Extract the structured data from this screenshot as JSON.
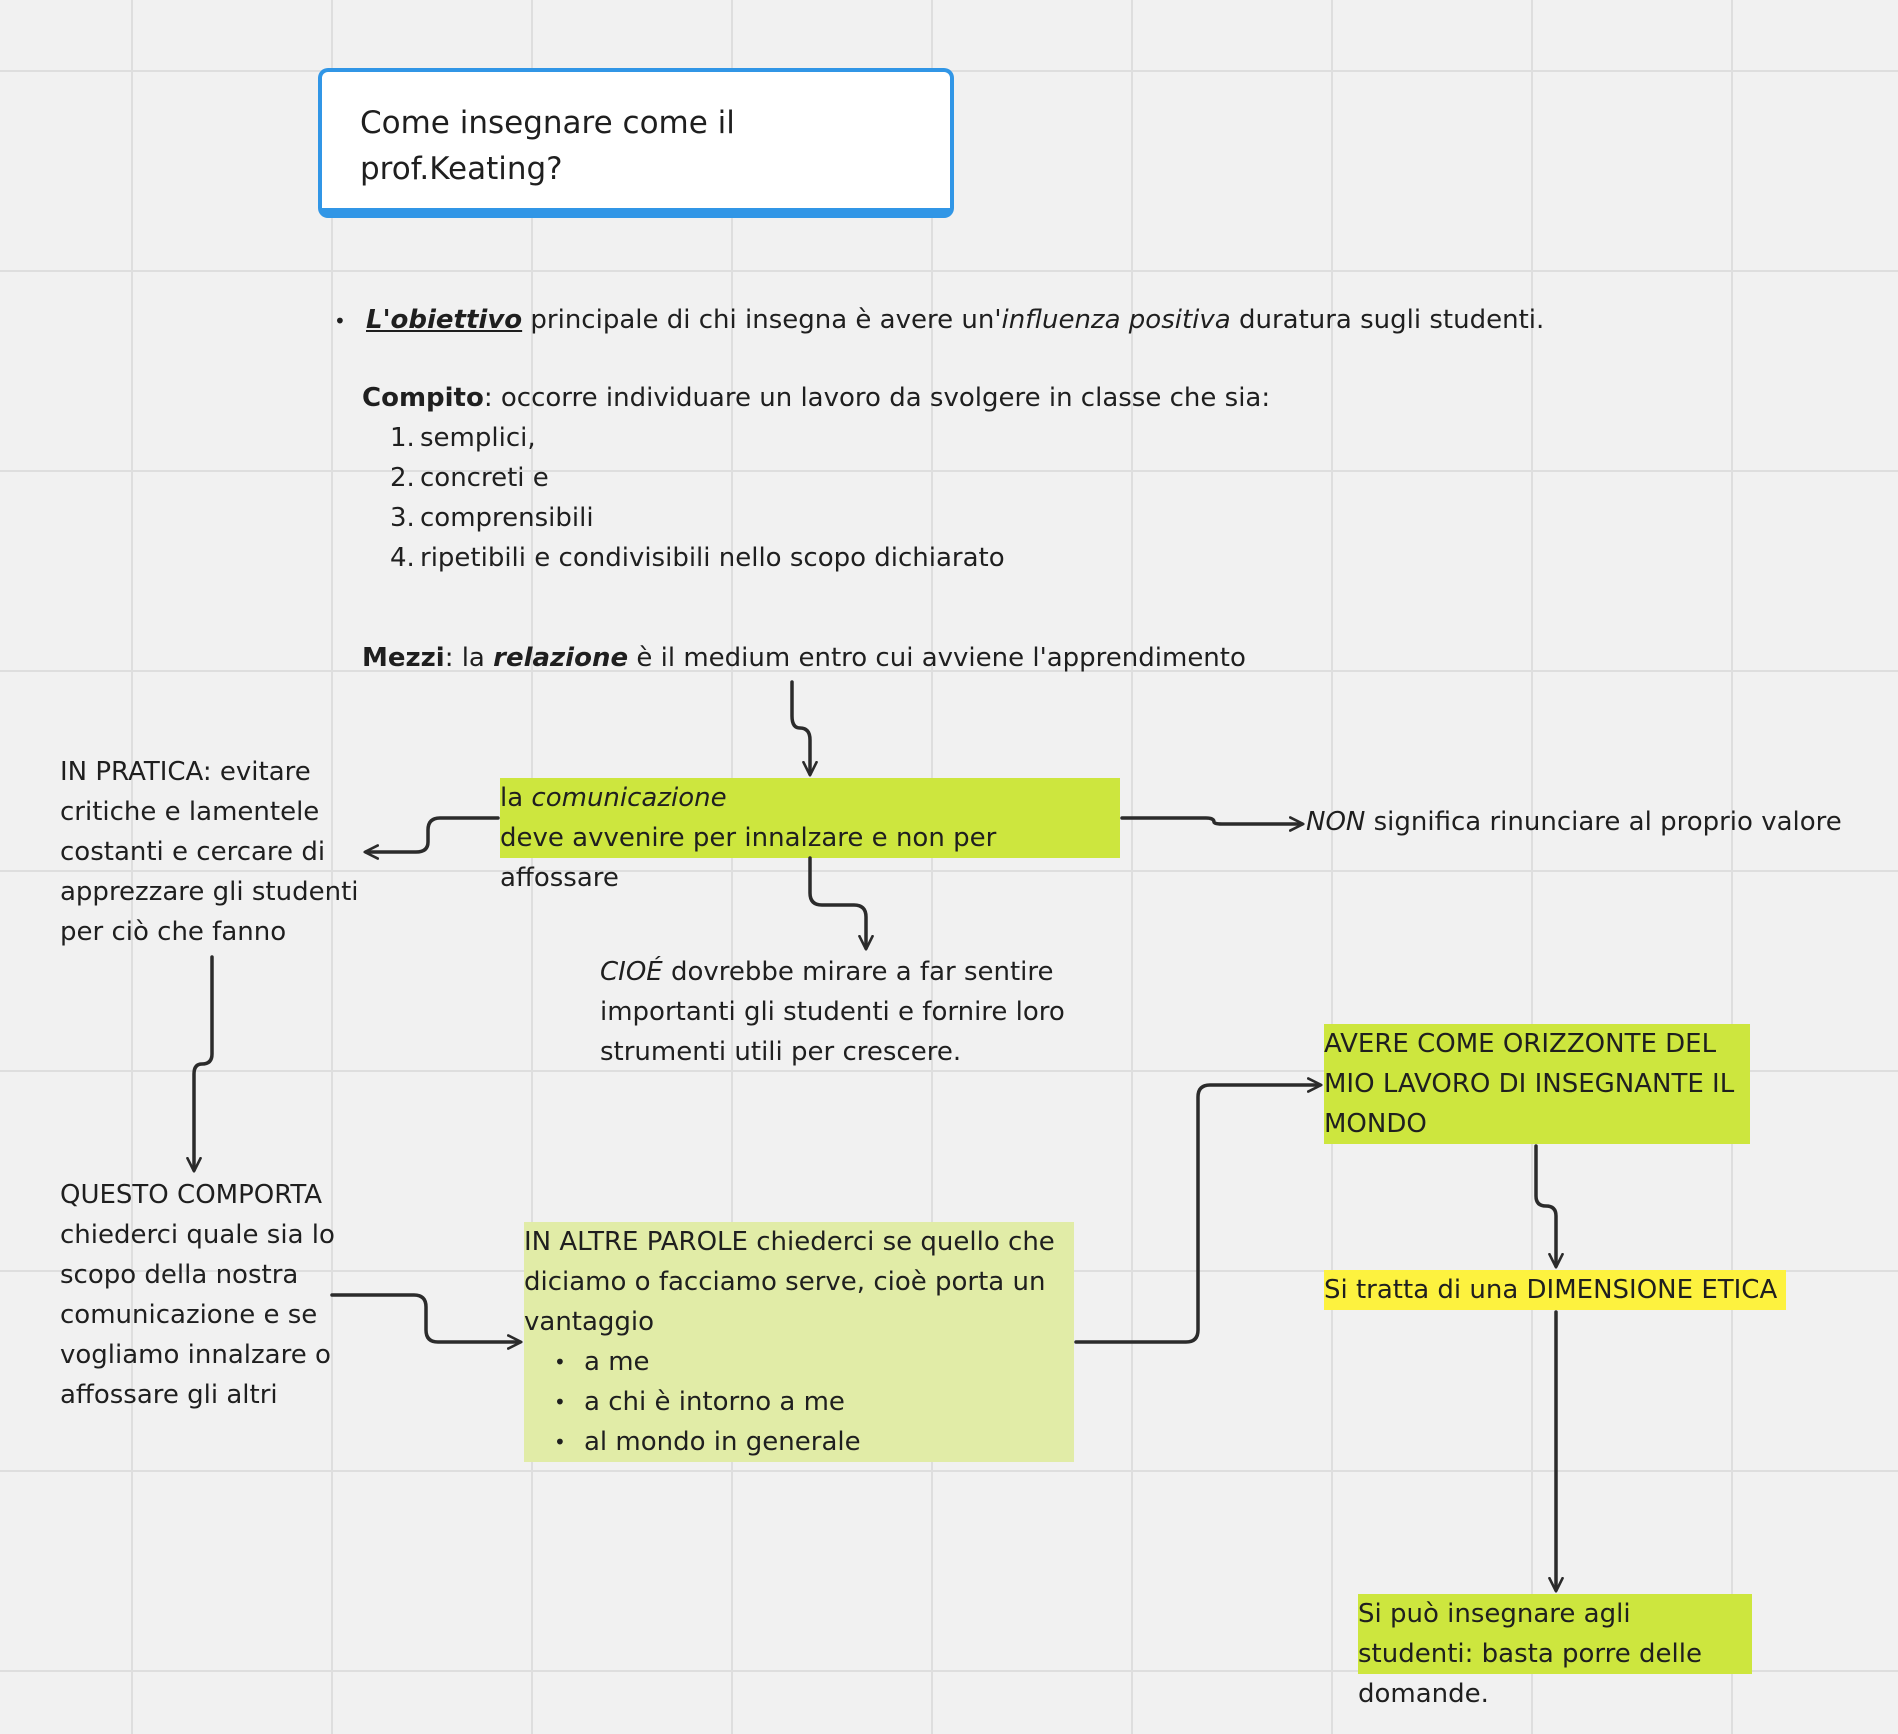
{
  "title": "Come insegnare come il prof.Keating?",
  "objective": {
    "bullet": "•",
    "term": "L'obiettivo",
    "text1": " principale di chi insegna è avere un'",
    "emph": "influenza positiva",
    "text2": " duratura sugli studenti."
  },
  "task": {
    "label": "Compito",
    "text": ": occorre individuare un lavoro da svolgere in classe che sia:",
    "items": [
      {
        "num": "1.",
        "text": "semplici,"
      },
      {
        "num": "2.",
        "text": "concreti e"
      },
      {
        "num": "3.",
        "text": "comprensibili"
      },
      {
        "num": "4.",
        "text": "ripetibili e condivisibili nello scopo dichiarato"
      }
    ]
  },
  "means": {
    "label": "Mezzi",
    "text1": ": la ",
    "emph": "relazione",
    "text2": " è il medium entro cui avviene l'apprendimento"
  },
  "communication": {
    "prefix": "la ",
    "emph": "comunicazione",
    "line2": "deve avvenire per innalzare e non per affossare"
  },
  "non_note": {
    "emph": "NON",
    "text": " significa rinunciare al proprio valore"
  },
  "in_practice": "IN PRATICA: evitare critiche e lamentele costanti e cercare di apprezzare gli studenti per ciò che fanno",
  "cioe": {
    "emph": "CIOÉ",
    "text": " dovrebbe mirare a far sentire importanti gli studenti e fornire loro strumenti utili per crescere."
  },
  "implies": "QUESTO COMPORTA chiederci quale sia lo scopo della nostra comunicazione e se vogliamo innalzare o affossare gli altri",
  "other_words": {
    "text": "IN ALTRE PAROLE chiederci se quello che diciamo o facciamo serve, cioè porta un vantaggio",
    "items": [
      {
        "bullet": "•",
        "text": "a me"
      },
      {
        "bullet": "•",
        "text": "a chi è intorno a me"
      },
      {
        "bullet": "•",
        "text": "al mondo in generale"
      }
    ]
  },
  "horizon": "AVERE COME ORIZZONTE DEL MIO LAVORO DI INSEGNANTE IL MONDO",
  "ethics": "Si tratta di una DIMENSIONE ETICA",
  "conclusion": "Si può insegnare agli studenti: basta porre delle domande.",
  "colors": {
    "grid": "#dedede",
    "background": "#f1f1f1",
    "title_border": "#3196e6",
    "highlight_green": "#cde63e",
    "highlight_pale": "#e1eca7",
    "highlight_yellow": "#fdf23f",
    "arrow": "#2b2b2b"
  }
}
